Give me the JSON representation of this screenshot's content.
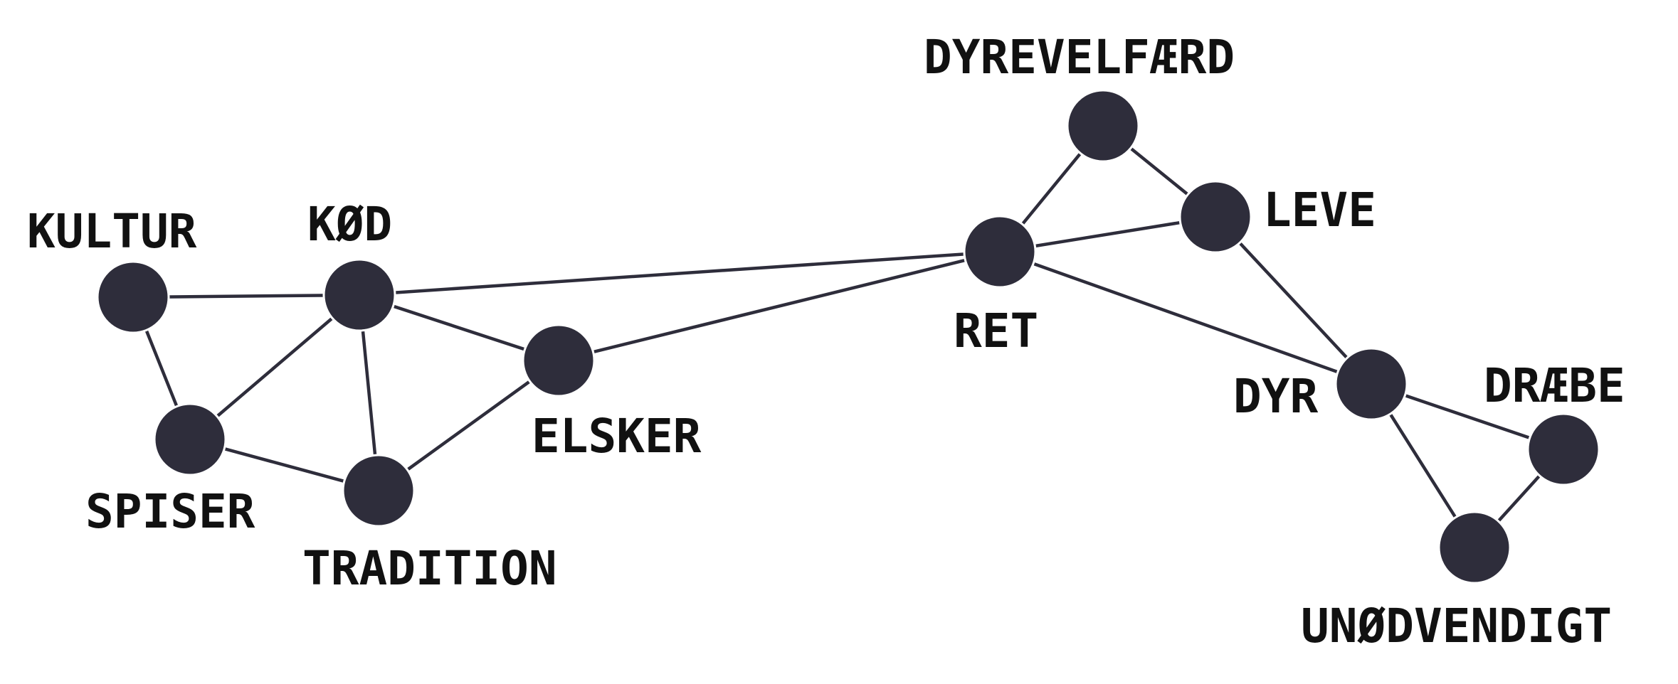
{
  "colors": {
    "node": "#2e2d3b",
    "edge": "#2e2d3b",
    "label": "#111111",
    "background": "#ffffff"
  },
  "nodes": [
    {
      "id": "kultur",
      "label": "KULTUR"
    },
    {
      "id": "kod",
      "label": "KØD"
    },
    {
      "id": "spiser",
      "label": "SPISER"
    },
    {
      "id": "tradition",
      "label": "TRADITION"
    },
    {
      "id": "elsker",
      "label": "ELSKER"
    },
    {
      "id": "ret",
      "label": "RET"
    },
    {
      "id": "dyrevelfaerd",
      "label": "DYREVELFÆRD"
    },
    {
      "id": "leve",
      "label": "LEVE"
    },
    {
      "id": "dyr",
      "label": "DYR"
    },
    {
      "id": "draebe",
      "label": "DRÆBE"
    },
    {
      "id": "unodvendigt",
      "label": "UNØDVENDIGT"
    }
  ],
  "edges": [
    [
      "kultur",
      "kod"
    ],
    [
      "kultur",
      "spiser"
    ],
    [
      "kod",
      "spiser"
    ],
    [
      "kod",
      "tradition"
    ],
    [
      "kod",
      "elsker"
    ],
    [
      "kod",
      "ret"
    ],
    [
      "spiser",
      "tradition"
    ],
    [
      "tradition",
      "elsker"
    ],
    [
      "elsker",
      "ret"
    ],
    [
      "ret",
      "dyrevelfaerd"
    ],
    [
      "ret",
      "leve"
    ],
    [
      "ret",
      "dyr"
    ],
    [
      "dyrevelfaerd",
      "leve"
    ],
    [
      "leve",
      "dyr"
    ],
    [
      "dyr",
      "draebe"
    ],
    [
      "dyr",
      "unodvendigt"
    ],
    [
      "draebe",
      "unodvendigt"
    ]
  ]
}
